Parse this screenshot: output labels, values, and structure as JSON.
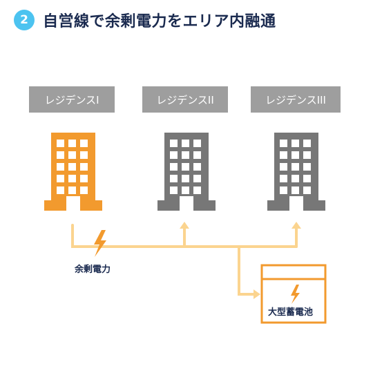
{
  "header": {
    "step_number": "2",
    "title": "自営線で余剰電力をエリア内融通"
  },
  "buildings": [
    {
      "label": "レジデンスI",
      "color": "#f29a2e"
    },
    {
      "label": "レジデンスII",
      "color": "#777777"
    },
    {
      "label": "レジデンスIII",
      "color": "#777777"
    }
  ],
  "colors": {
    "line": "#fbd48f",
    "accent": "#f29a2e",
    "title_text": "#1a2a4f",
    "label_bg": "#9e9e9e",
    "badge": "#4cc3f0"
  },
  "flow": {
    "surplus_label": "余剰電力",
    "icon": "lightning-icon"
  },
  "battery": {
    "label": "大型蓄電池",
    "icon": "lightning-icon"
  }
}
